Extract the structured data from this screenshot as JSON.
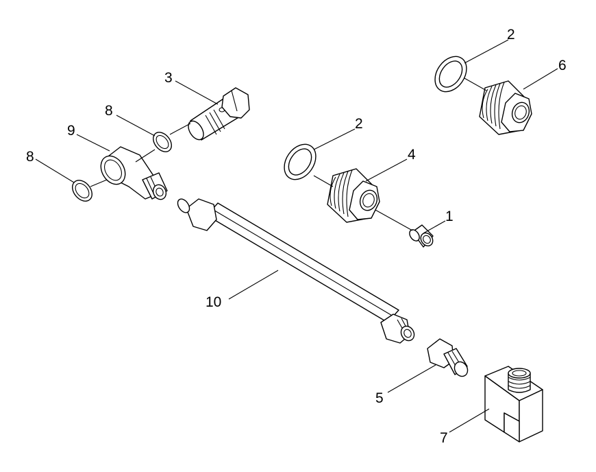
{
  "diagram": {
    "callouts": [
      {
        "id": "c-2a",
        "label": "2"
      },
      {
        "id": "c-6",
        "label": "6"
      },
      {
        "id": "c-3",
        "label": "3"
      },
      {
        "id": "c-8a",
        "label": "8"
      },
      {
        "id": "c-9",
        "label": "9"
      },
      {
        "id": "c-2b",
        "label": "2"
      },
      {
        "id": "c-4",
        "label": "4"
      },
      {
        "id": "c-8b",
        "label": "8"
      },
      {
        "id": "c-1",
        "label": "1"
      },
      {
        "id": "c-10",
        "label": "10"
      },
      {
        "id": "c-5",
        "label": "5"
      },
      {
        "id": "c-7",
        "label": "7"
      }
    ]
  }
}
